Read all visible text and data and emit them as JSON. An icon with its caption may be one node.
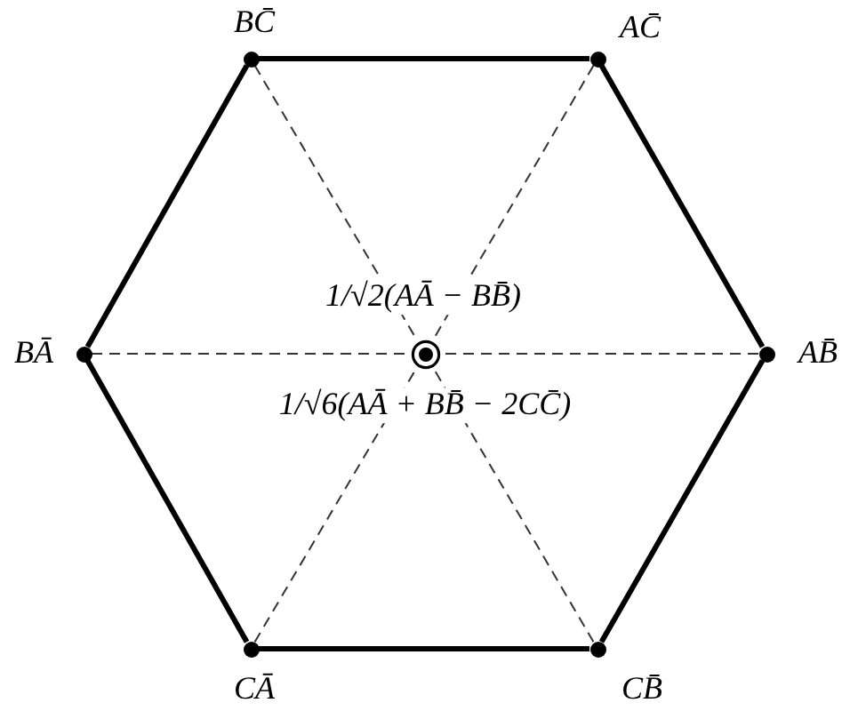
{
  "diagram": {
    "nodes": [
      {
        "text": [],
        "shape": "circle",
        "beside": [
          "BC̄"
        ]
      },
      {
        "text": [],
        "shape": "circle",
        "beside": [
          "AC̄"
        ]
      },
      {
        "text": [],
        "shape": "circle",
        "beside": [
          "BĀ"
        ]
      },
      {
        "text": [],
        "shape": "circle",
        "beside": [
          "1/√2(AĀ − BB̄)",
          "1/√6(AĀ + BB̄ − 2CC̄)"
        ]
      },
      {
        "text": [],
        "shape": "circle",
        "beside": [
          "AB̄"
        ]
      },
      {
        "text": [],
        "shape": "circle",
        "beside": [
          "CĀ"
        ]
      },
      {
        "text": [],
        "shape": "circle",
        "beside": [
          "CB̄"
        ]
      }
    ],
    "edges": [
      {
        "from": 0,
        "to": 1,
        "arrow": "none",
        "style": "thick"
      },
      {
        "from": 1,
        "to": 4,
        "arrow": "none",
        "style": "thick"
      },
      {
        "from": 4,
        "to": 6,
        "arrow": "none",
        "style": "thick"
      },
      {
        "from": 6,
        "to": 5,
        "arrow": "none",
        "style": "thick"
      },
      {
        "from": 5,
        "to": 2,
        "arrow": "none",
        "style": "thick"
      },
      {
        "from": 2,
        "to": 0,
        "arrow": "none",
        "style": "thick"
      },
      {
        "from": 0,
        "to": 3,
        "arrow": "none",
        "style": "dashed"
      },
      {
        "from": 1,
        "to": 3,
        "arrow": "none",
        "style": "dashed"
      },
      {
        "from": 2,
        "to": 3,
        "arrow": "none",
        "style": "dashed"
      },
      {
        "from": 4,
        "to": 3,
        "arrow": "none",
        "style": "dashed"
      },
      {
        "from": 5,
        "to": 3,
        "arrow": "none",
        "style": "dashed"
      },
      {
        "from": 6,
        "to": 3,
        "arrow": "none",
        "style": "dashed"
      }
    ]
  }
}
